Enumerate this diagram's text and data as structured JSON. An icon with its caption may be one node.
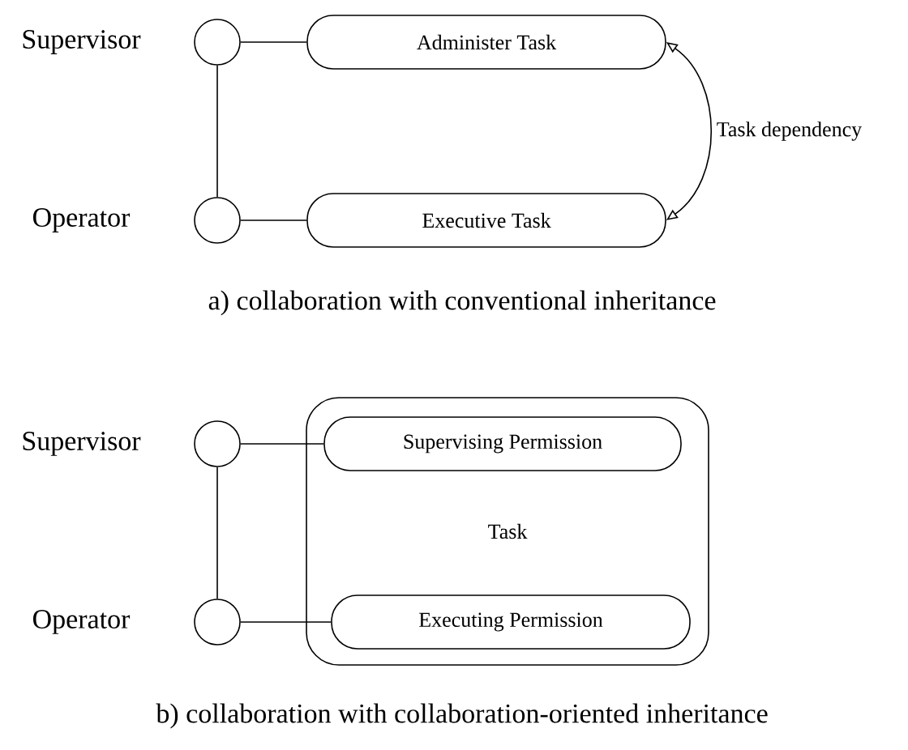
{
  "diagram": {
    "nodes": [
      {
        "text": [],
        "shape": "circle",
        "beside": [
          "Supervisor"
        ]
      },
      {
        "text": [],
        "shape": "circle",
        "beside": [
          "Operator"
        ]
      },
      {
        "text": [
          "Administer Task"
        ]
      },
      {
        "text": [
          "Executive Task"
        ]
      },
      {
        "text": [],
        "shape": "circle",
        "beside": [
          "Supervisor"
        ]
      },
      {
        "text": [],
        "shape": "circle",
        "beside": [
          "Operator"
        ]
      },
      {
        "text": [
          "Task"
        ]
      },
      {
        "text": [
          "Supervising Permission"
        ],
        "in": 6
      },
      {
        "text": [
          "Executing Permission"
        ],
        "in": 6
      }
    ],
    "edges": [
      {
        "from": 0,
        "to": 1,
        "arrow": "none"
      },
      {
        "from": 0,
        "to": 2,
        "arrow": "none"
      },
      {
        "from": 1,
        "to": 3,
        "arrow": "none"
      },
      {
        "from": 3,
        "to": 2,
        "arrow": "both",
        "label": "Task dependency"
      },
      {
        "from": 4,
        "to": 5,
        "arrow": "none"
      },
      {
        "from": 4,
        "to": 7,
        "arrow": "none"
      },
      {
        "from": 5,
        "to": 8,
        "arrow": "none"
      }
    ],
    "labels": [
      "a) collaboration with conventional inheritance",
      "b) collaboration with collaboration-oriented inheritance"
    ]
  }
}
